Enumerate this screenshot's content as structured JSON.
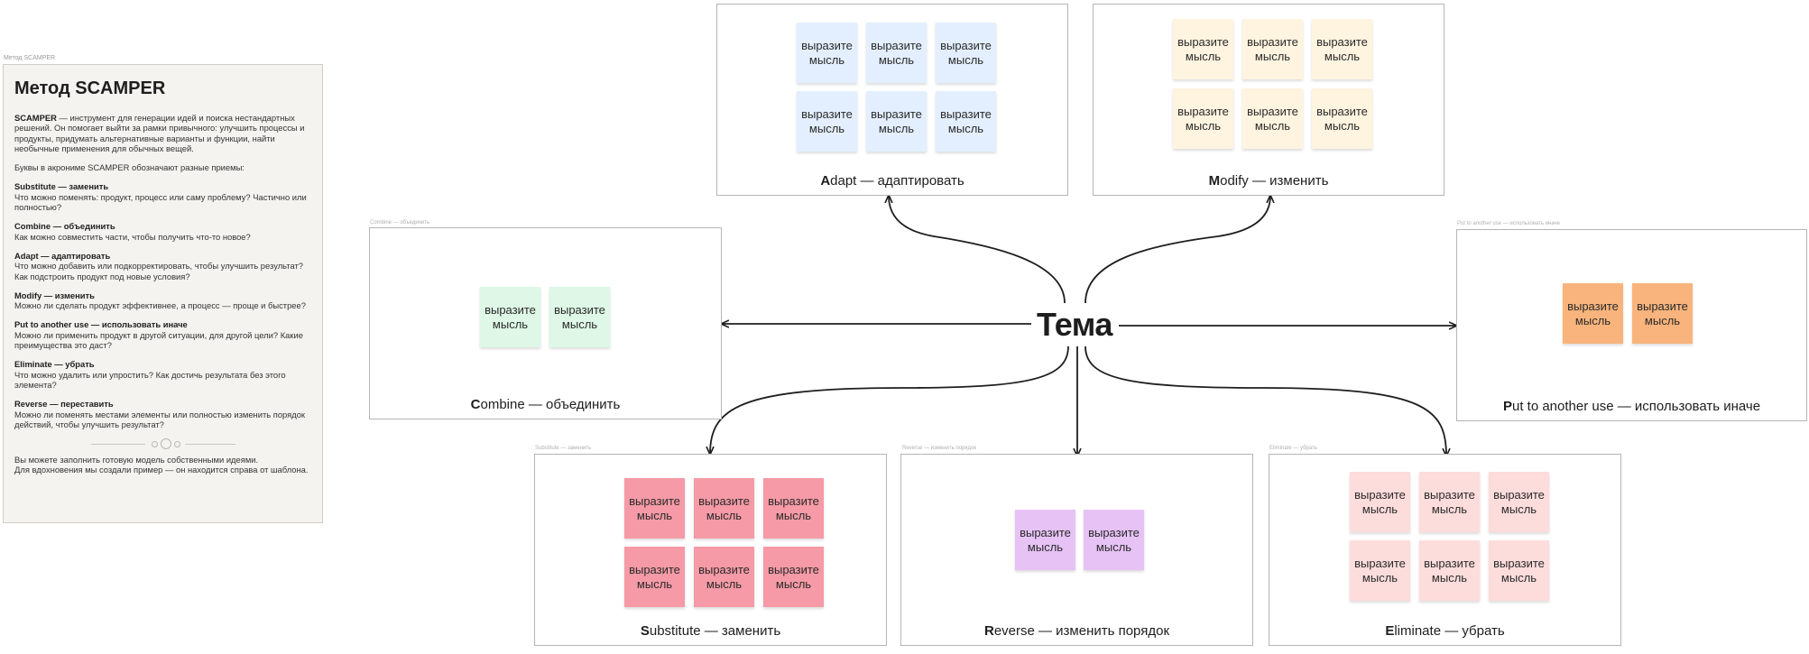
{
  "center_topic": "Тема",
  "sticky_text": "выразите мысль",
  "info_panel": {
    "caption": "Метод SCAMPER",
    "title": "Метод SCAMPER",
    "intro_bold": "SCAMPER",
    "intro_rest": " — инструмент для генерации идей и поиска нестандартных решений. Он помогает выйти за рамки привычного: улучшить процессы и продукты, придумать альтернативные варианты и функции, найти необычные применения для обычных вещей.",
    "letters_line": "Буквы в акрониме SCAMPER обозначают разные приемы:",
    "items": [
      {
        "heading": "Substitute — заменить",
        "text": "Что можно поменять: продукт, процесс или саму проблему? Частично или полностью?"
      },
      {
        "heading": "Combine — объединить",
        "text": "Как можно совместить части, чтобы получить что-то новое?"
      },
      {
        "heading": "Adapt — адаптировать",
        "text": "Что можно добавить или подкорректировать, чтобы улучшить результат? Как подстроить продукт под новые условия?"
      },
      {
        "heading": "Modify — изменить",
        "text": "Можно ли сделать продукт эффективнее, а процесс — проще и быстрее?"
      },
      {
        "heading": "Put to another use — использовать иначе",
        "text": "Можно ли применить продукт в другой ситуации, для другой цели? Какие преимущества это даст?"
      },
      {
        "heading": "Eliminate — убрать",
        "text": "Что можно удалить или упростить? Как достичь результата без этого элемента?"
      },
      {
        "heading": "Reverse — переставить",
        "text": "Можно ли поменять местами элементы или полностью изменить порядок действий, чтобы улучшить результат?"
      }
    ],
    "footer_1": "Вы можете заполнить готовую модель собственными идеями.",
    "footer_2": "Для вдохновения мы создали пример — он находится справа от шаблона."
  },
  "frames": {
    "adapt": {
      "title_initial": "A",
      "title_rest": "dapt — адаптировать"
    },
    "modify": {
      "title_initial": "M",
      "title_rest": "odify — изменить"
    },
    "combine": {
      "title_initial": "C",
      "title_rest": "ombine — объединить",
      "caption": "Combine — объединить"
    },
    "put": {
      "title_initial": "P",
      "title_rest": "ut to another use — использовать иначе",
      "caption": "Put to another use — использовать иначе"
    },
    "substitute": {
      "title_initial": "S",
      "title_rest": "ubstitute — заменить",
      "caption": "Substitute — заменить"
    },
    "reverse": {
      "title_initial": "R",
      "title_rest": "everse — изменить порядок",
      "caption": "Reverse — изменить порядок"
    },
    "eliminate": {
      "title_initial": "E",
      "title_rest": "liminate — убрать",
      "caption": "Eliminate — убрать"
    }
  },
  "colors": {
    "adapt": "#e3efff",
    "modify": "#fff4e0",
    "combine": "#def7e6",
    "put": "#f8b47c",
    "substitute": "#f59aa6",
    "reverse": "#e6c2f5",
    "eliminate": "#fddcdc",
    "connector": "#1e1e1e"
  }
}
